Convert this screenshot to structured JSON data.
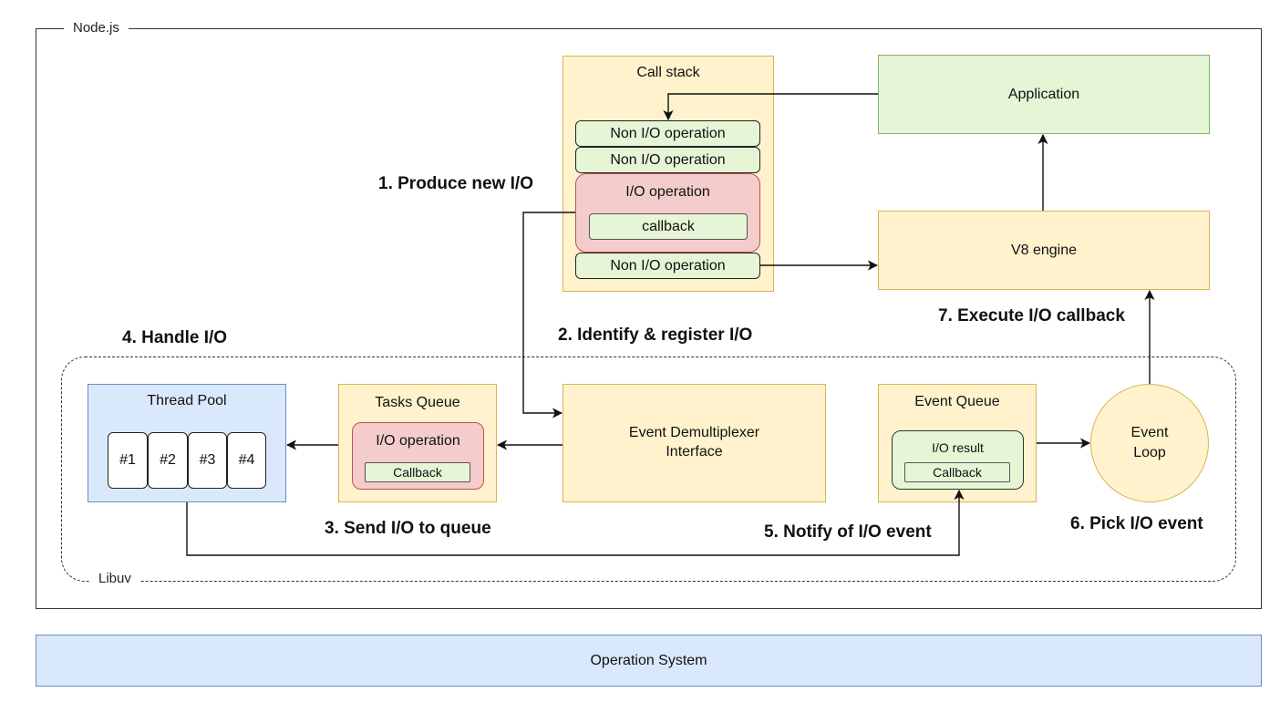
{
  "nodejs": {
    "label": "Node.js"
  },
  "libuv": {
    "label": "Libuv"
  },
  "os": {
    "label": "Operation System"
  },
  "call_stack": {
    "title": "Call stack",
    "items": [
      "Non I/O operation",
      "Non I/O operation",
      "Non I/O operation"
    ],
    "io_operation": {
      "label": "I/O operation",
      "callback": "callback"
    }
  },
  "application": {
    "label": "Application"
  },
  "v8": {
    "label": "V8 engine"
  },
  "thread_pool": {
    "title": "Thread Pool",
    "threads": [
      "#1",
      "#2",
      "#3",
      "#4"
    ]
  },
  "tasks_queue": {
    "title": "Tasks Queue",
    "io_operation": "I/O operation",
    "callback": "Callback"
  },
  "demux": {
    "label": "Event Demultiplexer Interface"
  },
  "event_queue": {
    "title": "Event Queue",
    "io_result": "I/O result",
    "callback": "Callback"
  },
  "event_loop": {
    "label": "Event Loop"
  },
  "steps": {
    "s1": "1. Produce new I/O",
    "s2": "2. Identify & register I/O",
    "s3": "3. Send I/O to queue",
    "s4": "4. Handle I/O",
    "s5": "5. Notify of I/O event",
    "s6": "6. Pick I/O event",
    "s7": "7. Execute I/O callback"
  },
  "colors": {
    "yellow_fill": "#fff2cc",
    "yellow_stroke": "#d6b656",
    "green_fill": "#e6f5d6",
    "green_stroke": "#82b366",
    "blue_fill": "#dae8fc",
    "blue_stroke": "#6c8ebf",
    "red_fill": "#f4cccc",
    "red_stroke": "#b85450"
  }
}
